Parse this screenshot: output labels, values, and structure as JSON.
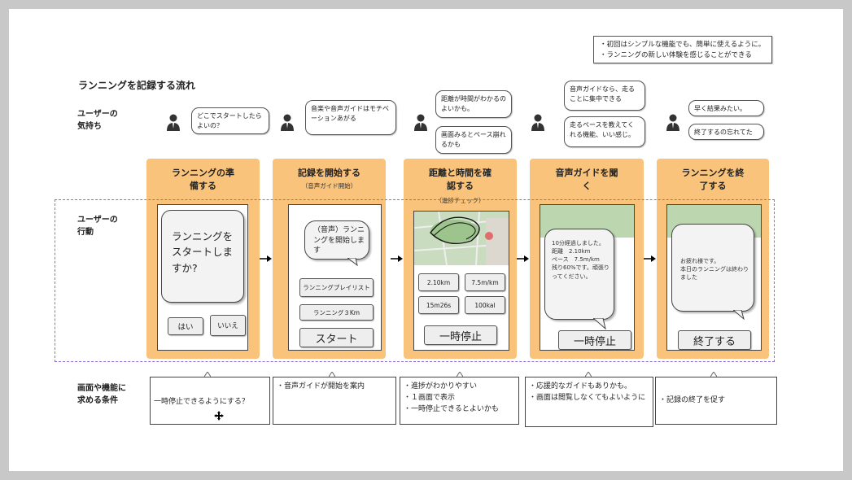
{
  "title": "ランニングを記録する流れ",
  "top_note": [
    "・初回はシンプルな機能でも、簡単に使えるように。",
    "・ランニングの新しい体験を感じることができる"
  ],
  "row_labels": {
    "feelings": [
      "ユーザーの",
      "気持ち"
    ],
    "actions": [
      "ユーザーの",
      "行動"
    ],
    "requirements": [
      "画面や機能に",
      "求める条件"
    ]
  },
  "feelings": {
    "s1": "どこでスタートしたらよいの？",
    "s2": "音楽や音声ガイドはモチベーションあがる",
    "s3a": "距離が時間がわかるのよいかも。",
    "s3b": "画面みるとペース崩れるかも",
    "s4a": "音声ガイドなら、走ることに集中できる",
    "s4b": "走るペースを教えてくれる機能、いい感じ。",
    "s5a": "早く結果みたい。",
    "s5b": "終了するの忘れてた"
  },
  "stages": [
    {
      "title": "ランニングの準備する",
      "sub": ""
    },
    {
      "title": "記録を開始する",
      "sub": "（音声ガイド開始）"
    },
    {
      "title": "距離と時間を確認する",
      "sub": "（進捗チェック）"
    },
    {
      "title": "音声ガイドを聞く",
      "sub": ""
    },
    {
      "title": "ランニングを終了する",
      "sub": ""
    }
  ],
  "screen1": {
    "message": "ランニングをスタートしますか?",
    "yes": "はい",
    "no": "いいえ"
  },
  "screen2": {
    "bubble": "（音声）ランニングを開始します",
    "playlist": "ランニングプレイリスト",
    "course": "ランニング３Km",
    "start": "スタート"
  },
  "screen3": {
    "distance": "2.10km",
    "pace": "7.5m/km",
    "time": "15m26s",
    "kcal": "100kal",
    "pause": "一時停止"
  },
  "screen4": {
    "guide": "10分経過しました。\n距離　2.10km\nペース　7.5m/km\n残り60%です。頑張りってください。",
    "pause": "一時停止"
  },
  "screen5": {
    "message": "お疲れ様です。\n本日のランニングは終わりました",
    "finish": "終了する"
  },
  "requirements": {
    "r1": "一時停止できるようにする？",
    "r2": "・音声ガイドが開始を案内",
    "r3": "・進捗がわかりやすい\n・１画面で表示\n・一時停止できるとよいかも",
    "r4": "・応援的なガイドもありかも。\n・画面は閲覧しなくてもよいように",
    "r5": "・記録の終了を促す"
  },
  "colors": {
    "stage_bg": "#f9c37b",
    "dashed_border": "#8a6ed8",
    "map_green": "#bcd6b0",
    "route_red": "#e04040"
  }
}
